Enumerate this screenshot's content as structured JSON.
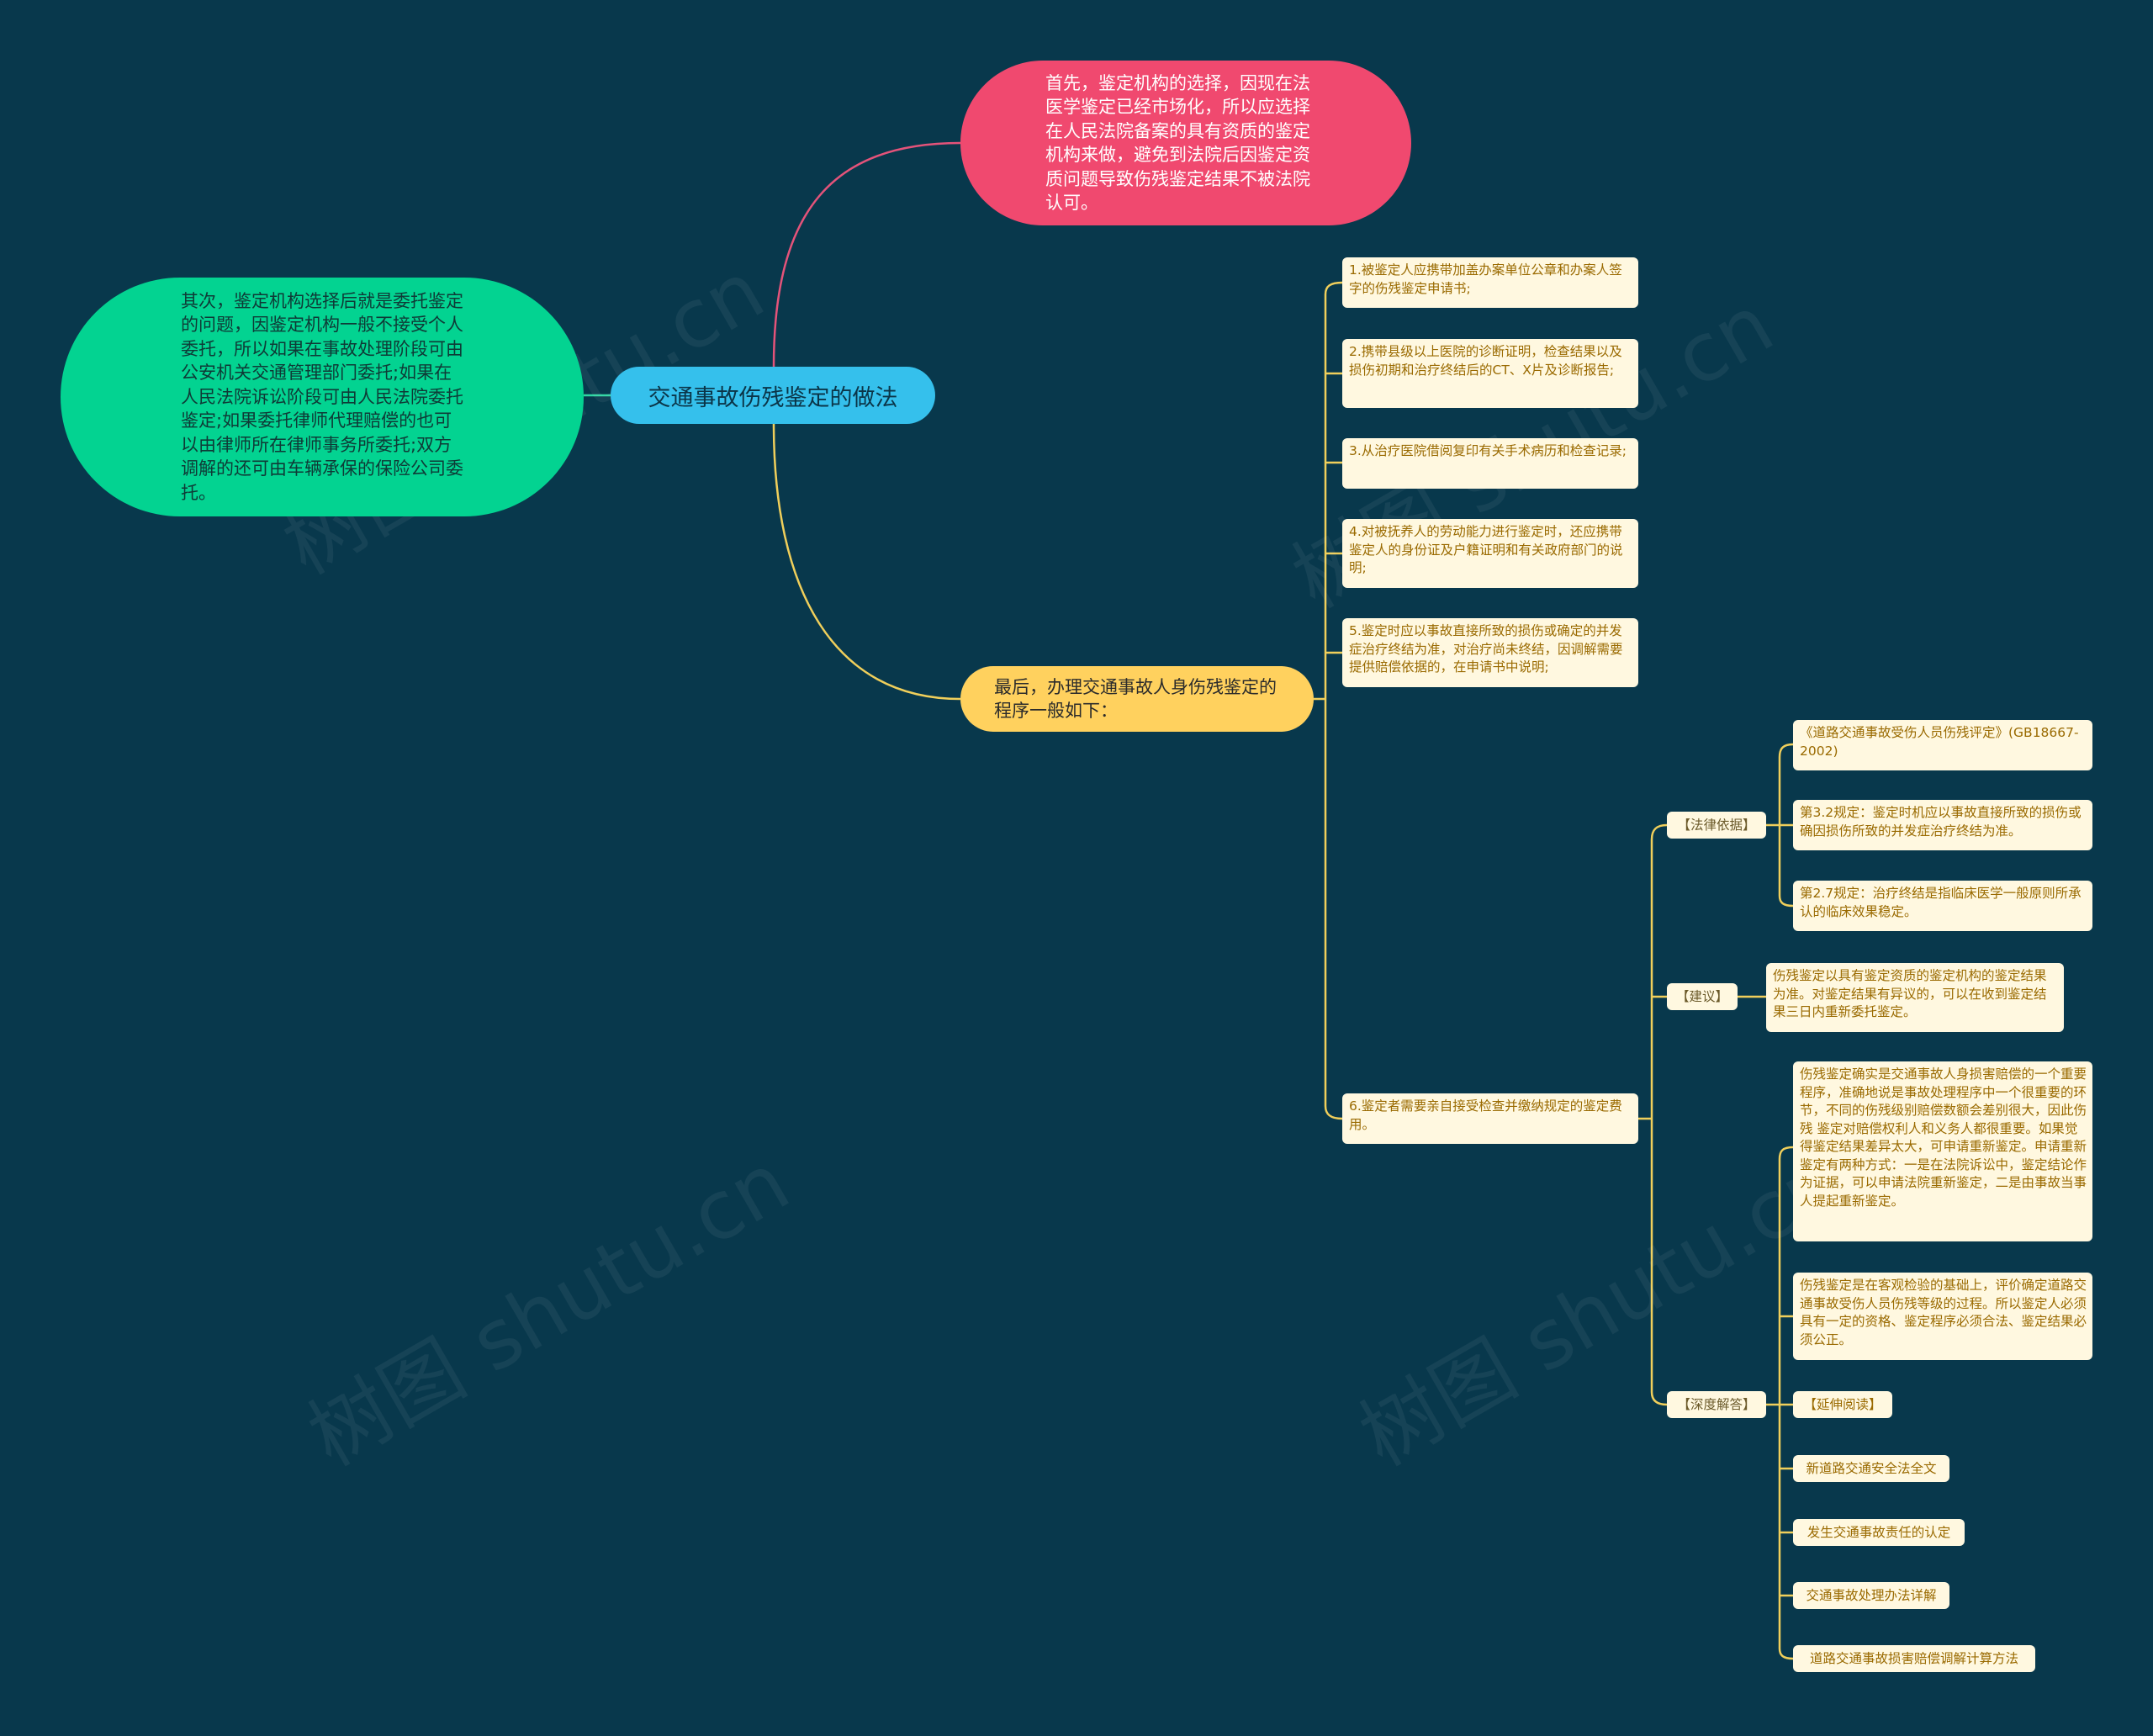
{
  "root": {
    "title": "交通事故伤残鉴定的做法"
  },
  "branches": {
    "left": "其次，鉴定机构选择后就是委托鉴定的问题，因鉴定机构一般不接受个人委托，所以如果在事故处理阶段可由公安机关交通管理部门委托;如果在人民法院诉讼阶段可由人民法院委托鉴定;如果委托律师代理赔偿的也可以由律师所在律师事务所委托;双方调解的还可由车辆承保的保险公司委托。",
    "top": "首先，鉴定机构的选择，因现在法医学鉴定已经市场化，所以应选择在人民法院备案的具有资质的鉴定机构来做，避免到法院后因鉴定资质问题导致伤残鉴定结果不被法院认可。",
    "mid": "最后，办理交通事故人身伤残鉴定的程序一般如下："
  },
  "steps": [
    "1.被鉴定人应携带加盖办案单位公章和办案人签字的伤残鉴定申请书;",
    "2.携带县级以上医院的诊断证明，检查结果以及损伤初期和治疗终结后的CT、X片及诊断报告;",
    "3.从治疗医院借阅复印有关手术病历和检查记录;",
    "4.对被抚养人的劳动能力进行鉴定时，还应携带鉴定人的身份证及户籍证明和有关政府部门的说明;",
    "5.鉴定时应以事故直接所致的损伤或确定的并发症治疗终结为准，对治疗尚未终结，因调解需要提供赔偿依据的，在申请书中说明;",
    "6.鉴定者需要亲自接受检查并缴纳规定的鉴定费用。"
  ],
  "sections": {
    "legal": {
      "label": "【法律依据】",
      "items": [
        "《道路交通事故受伤人员伤残评定》(GB18667-2002)",
        "第3.2规定：鉴定时机应以事故直接所致的损伤或确因损伤所致的并发症治疗终结为准。",
        "第2.7规定：治疗终结是指临床医学一般原则所承认的临床效果稳定。"
      ]
    },
    "advice": {
      "label": "【建议】",
      "items": [
        "伤残鉴定以具有鉴定资质的鉴定机构的鉴定结果为准。对鉴定结果有异议的，可以在收到鉴定结果三日内重新委托鉴定。"
      ]
    },
    "deep": {
      "label": "【深度解答】",
      "items": [
        "伤残鉴定确实是交通事故人身损害赔偿的一个重要程序，准确地说是事故处理程序中一个很重要的环节，不同的伤残级别赔偿数额会差别很大，因此伤残 鉴定对赔偿权利人和义务人都很重要。如果觉得鉴定结果差异太大，可申请重新鉴定。申请重新鉴定有两种方式：一是在法院诉讼中，鉴定结论作为证据，可以申请法院重新鉴定，二是由事故当事人提起重新鉴定。",
        "伤残鉴定是在客观检验的基础上，评价确定道路交通事故受伤人员伤残等级的过程。所以鉴定人必须具有一定的资格、鉴定程序必须合法、鉴定结果必须公正。",
        "【延伸阅读】",
        "新道路交通安全法全文",
        "发生交通事故责任的认定",
        "交通事故处理办法详解",
        "道路交通事故损害赔偿调解计算方法"
      ]
    }
  },
  "watermark": "树图 shutu.cn",
  "colors": {
    "background": "#08384c",
    "root": "#35c0ec",
    "left": "#03d391",
    "top": "#f0496f",
    "mid": "#ffd15e",
    "leaf": "#fff8e0",
    "line_pink": "#e4537a",
    "line_yellow": "#f0cf5b",
    "line_teal": "#2fd6a2"
  }
}
